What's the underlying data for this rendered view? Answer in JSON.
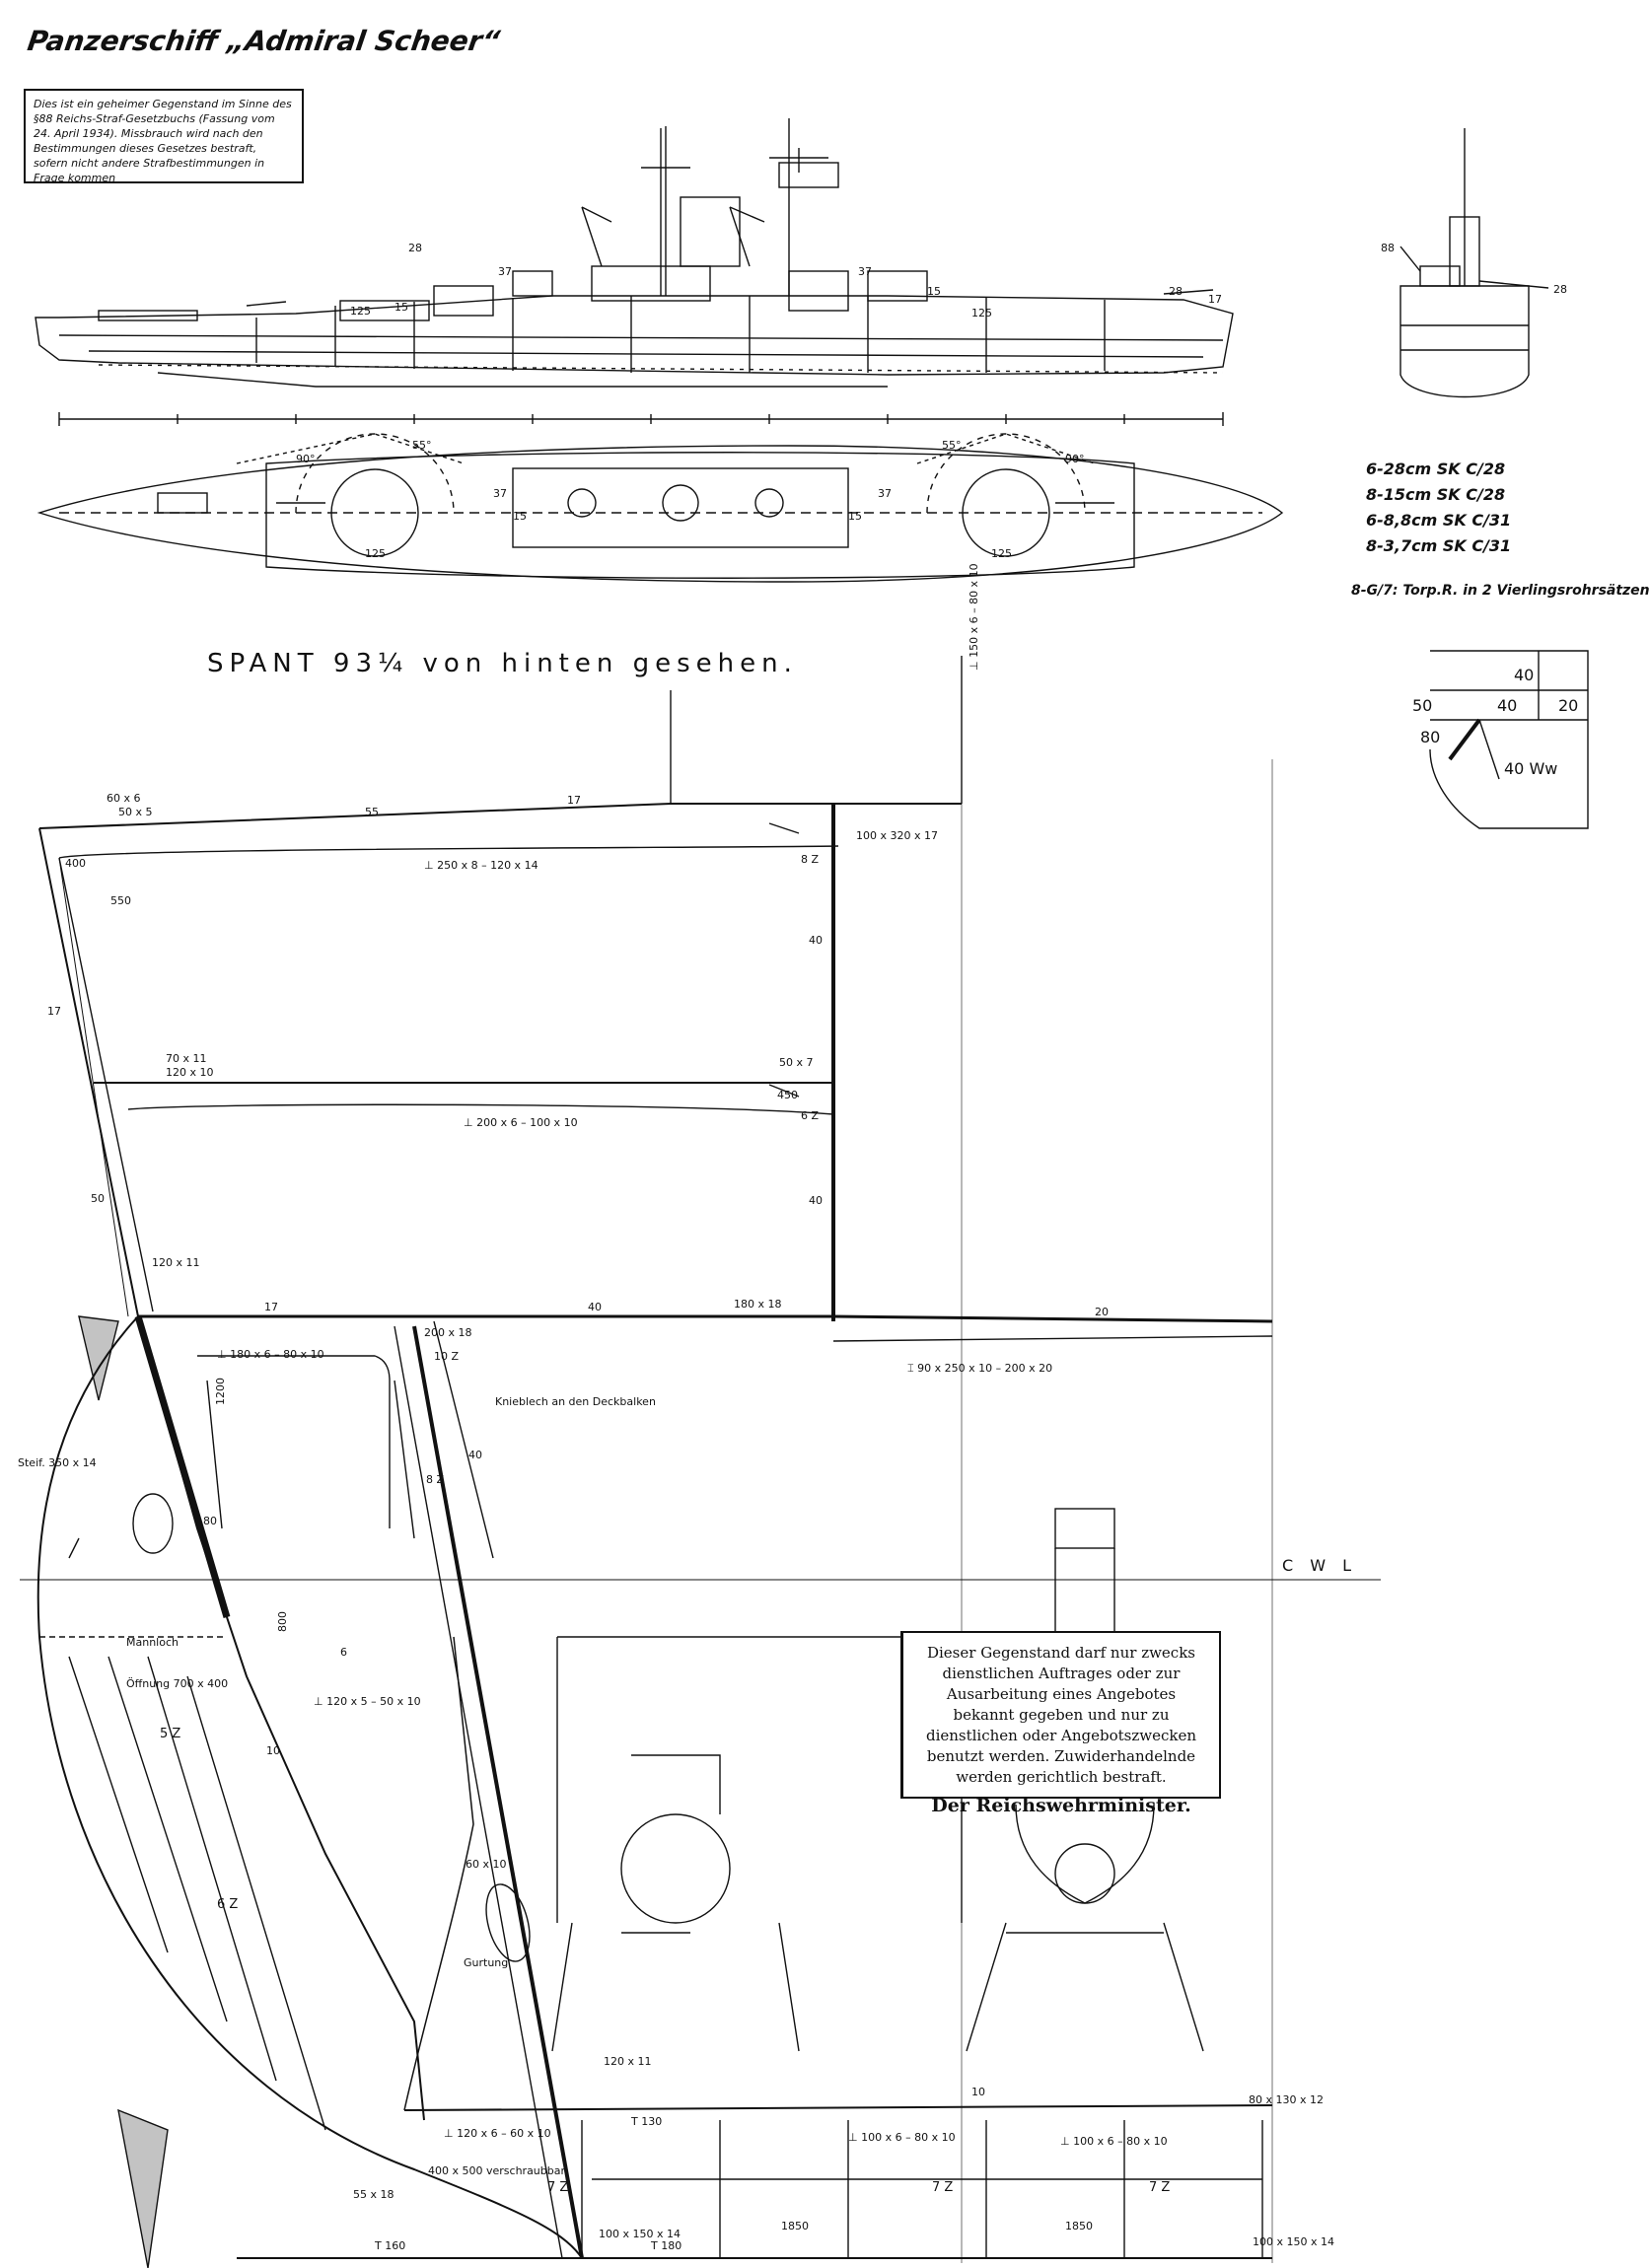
{
  "title": "Panzerschiff „Admiral Scheer“",
  "secrecy_note": "Dies ist ein geheimer Gegenstand im Sinne des §88 Reichs-Straf-Gesetzbuchs (Fassung vom 24. April 1934). Missbrauch wird nach den Bestimmungen dieses Gesetzes bestraft, sofern nicht andere Strafbestimmungen in Frage kommen",
  "armament": [
    "6-28cm SK C/28",
    "8-15cm SK C/28",
    "6-8,8cm SK C/31",
    "8-3,7cm SK C/31"
  ],
  "torpedo_note": "8-G/7: Torp.R. in 2 Vierlingsrohrsätzen",
  "section_title": "SPANT 93¼ von hinten gesehen.",
  "cwl_label": "C W L",
  "notice": {
    "text": "Dieser Gegenstand darf nur zwecks dienstlichen Auftrages oder zur Ausarbeitung eines Angebotes bekannt gegeben und nur zu dienstlichen oder Angebotszwecken benutzt werden. Zuwiderhandelnde werden gerichtlich bestraft.",
    "signature": "Der Reichswehrminister."
  },
  "armor_sketch_labels": [
    "40",
    "50",
    "40",
    "20",
    "80",
    "40 Ww"
  ],
  "profile_labels": [
    "28",
    "28",
    "17",
    "15",
    "15",
    "125",
    "125",
    "37",
    "37",
    "88",
    "28"
  ],
  "plan_labels": [
    "90°",
    "55°",
    "55°",
    "90°",
    "125",
    "125",
    "37",
    "37",
    "15",
    "15"
  ],
  "dimensions": {
    "top": [
      "60 x 6",
      "50 x 5",
      "55",
      "17",
      "400",
      "550",
      "⊥ 250 x 8 – 120 x 14",
      "⊥ 150 x 6 – 80 x 10",
      "100 x 320 x 17",
      "8 Z",
      "50 x 7"
    ],
    "mid": [
      "70 x 11",
      "120 x 10",
      "⊥ 200 x 6 – 100 x 10",
      "6 Z",
      "450",
      "40",
      "40",
      "50",
      "17"
    ],
    "deck": [
      "120 x 11",
      "17",
      "40",
      "180 x 18",
      "20",
      "200 x 18",
      "⊥ 180 x 6 – 80 x 10",
      "1200",
      "10 Z",
      "⌶ 90 x 250 x 10 – 200 x 20",
      "Knieblech an den Deckbalken",
      "8 Z",
      "40",
      "80"
    ],
    "lower": [
      "Steif. 350 x 14",
      "800",
      "6",
      "⊥ 120 x 5 – 50 x 10",
      "Mannloch",
      "Öffnung 700 x 400",
      "5 Z",
      "6 Z",
      "7 Z",
      "7 Z",
      "7 Z",
      "10",
      "120 x 11",
      "60 x 10",
      "55 x 18",
      "10"
    ],
    "bottom": [
      "T 130",
      "T 180",
      "T 160",
      "1850",
      "1850",
      "100 x 150 x 14",
      "80 x 130 x 12",
      "100 x 150 x 14",
      "⊥ 100 x 6 – 80 x 10",
      "⊥ 120 x 6 – 60 x 10",
      "⊥ 100 x 6 – 80 x 10",
      "400 x 500 verschraubbar",
      "Gurtung"
    ]
  }
}
